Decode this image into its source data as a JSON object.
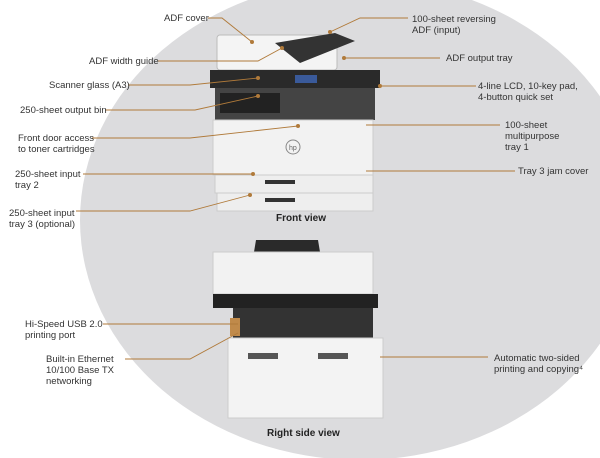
{
  "diagram": {
    "front_caption": "Front view",
    "side_caption": "Right side view",
    "accent_color": "#b07a3a",
    "brand_logo": "hp",
    "callouts": [
      {
        "id": "adf-cover",
        "text": "ADF cover"
      },
      {
        "id": "adf-width-guide",
        "text": "ADF width guide"
      },
      {
        "id": "scanner-glass",
        "text": "Scanner glass (A3)"
      },
      {
        "id": "output-bin",
        "text": "250-sheet output bin"
      },
      {
        "id": "front-door",
        "text": "Front door access\nto toner cartridges"
      },
      {
        "id": "tray2",
        "text": "250-sheet input\ntray 2"
      },
      {
        "id": "tray3",
        "text": "250-sheet input\ntray 3 (optional)"
      },
      {
        "id": "adf-input",
        "text": "100-sheet reversing\nADF (input)"
      },
      {
        "id": "adf-output",
        "text": "ADF output tray"
      },
      {
        "id": "lcd",
        "text": "4-line LCD, 10-key pad,\n4-button quick set"
      },
      {
        "id": "tray1",
        "text": "100-sheet\nmultipurpose\ntray 1"
      },
      {
        "id": "tray3-jam",
        "text": "Tray 3 jam cover"
      },
      {
        "id": "usb",
        "text": "Hi-Speed USB 2.0\nprinting port"
      },
      {
        "id": "ethernet",
        "text": "Built-in Ethernet\n10/100 Base TX\nnetworking"
      },
      {
        "id": "duplex",
        "text": "Automatic two-sided\nprinting and copying⁴"
      }
    ]
  }
}
